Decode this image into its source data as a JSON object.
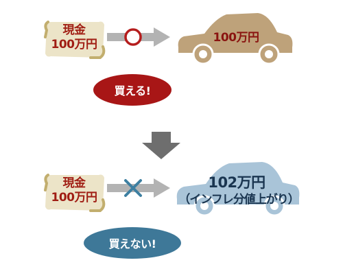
{
  "colors": {
    "cash_text": "#a01e14",
    "cash_paper": "#ece4c8",
    "cash_edge": "#c2ae6e",
    "arrow_gray": "#b3b3b3",
    "circle_red": "#b51d1d",
    "cross_blue": "#3d7fa1",
    "car_tan": "#bea27a",
    "car_blue": "#a9c4d8",
    "pill_red": "#a81616",
    "pill_blue": "#3e7898",
    "down_arrow": "#6e6e6e"
  },
  "top_row": {
    "cash_line1": "現金",
    "cash_line2": "100万円",
    "status_icon": "circle-icon",
    "car_price": "100万円",
    "result_label": "買える!"
  },
  "transition_icon": "down-arrow-icon",
  "bottom_row": {
    "cash_line1": "現金",
    "cash_line2": "100万円",
    "status_icon": "cross-icon",
    "car_price": "102万円",
    "car_price_note": "（インフレ分値上がり）",
    "result_label": "買えない!"
  }
}
